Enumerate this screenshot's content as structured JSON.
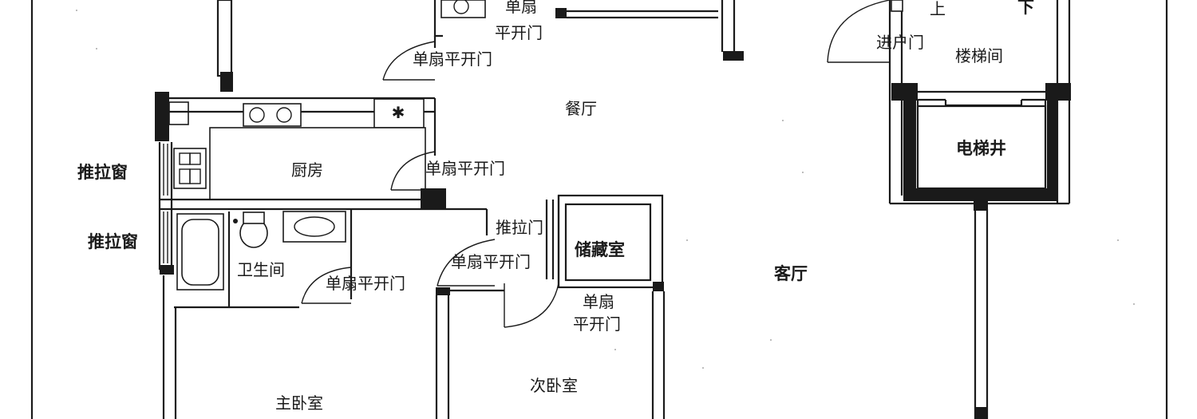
{
  "labels": {
    "dan_shan_top_line1": "单扇",
    "dan_shan_top_line2": "平开门",
    "dan_shan_top_left": "单扇平开门",
    "can_ting": "餐厅",
    "jin_hu_men": "进户门",
    "shang": "上",
    "xia": "下",
    "lou_ti_jian": "楼梯间",
    "dian_ti_jing": "电梯井",
    "tui_la_chuang_1": "推拉窗",
    "tui_la_chuang_2": "推拉窗",
    "chu_fang": "厨房",
    "dan_shan_kitchen": "单扇平开门",
    "tui_la_men": "推拉门",
    "chu_cang_shi": "储藏室",
    "dan_shan_storage": "单扇平开门",
    "wei_sheng_jian": "卫生间",
    "dan_shan_bath": "单扇平开门",
    "ke_ting": "客厅",
    "dan_shan_second_line1": "单扇",
    "dan_shan_second_line2": "平开门",
    "ci_wo_shi": "次卧室",
    "zhu_wo_shi": "主卧室"
  }
}
